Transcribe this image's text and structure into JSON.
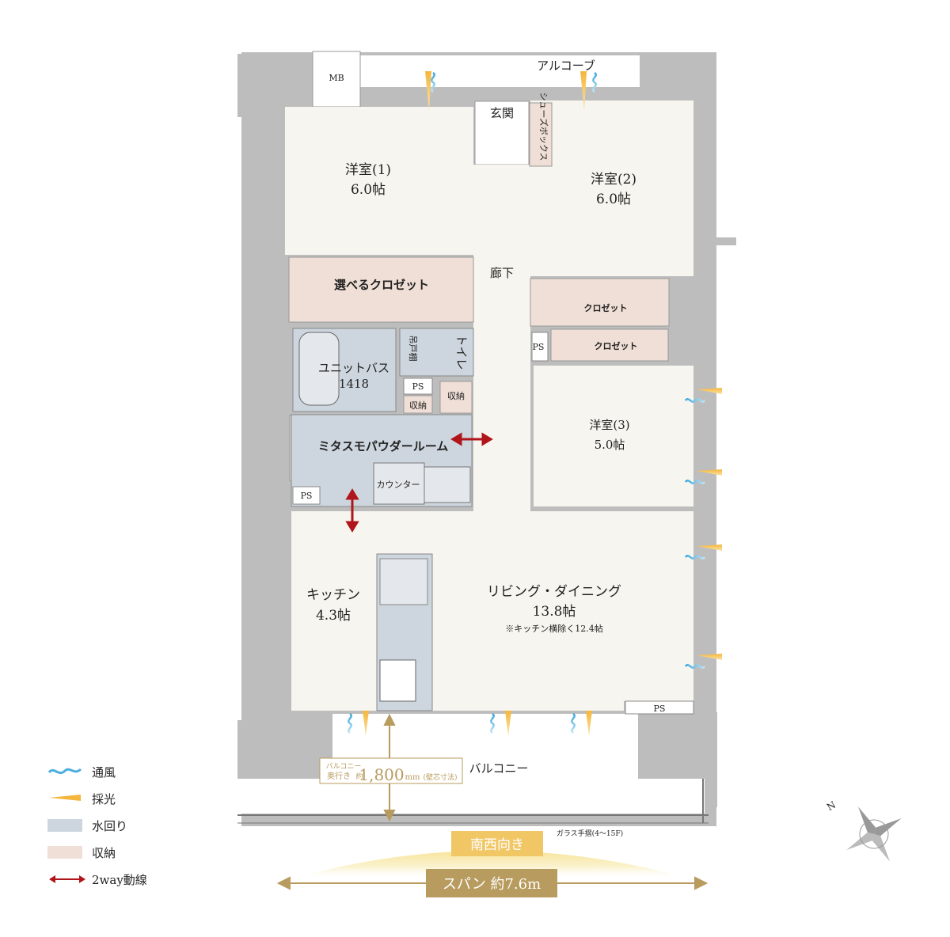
{
  "rooms": {
    "western1": {
      "name": "洋室(1)",
      "size": "6.0帖"
    },
    "western2": {
      "name": "洋室(2)",
      "size": "6.0帖"
    },
    "western3": {
      "name": "洋室(3)",
      "size": "5.0帖"
    },
    "living": {
      "name": "リビング・ダイニング",
      "size": "13.8帖",
      "note": "※キッチン横除く12.4帖"
    },
    "kitchen": {
      "name": "キッチン",
      "size": "4.3帖"
    },
    "bath": {
      "name": "ユニットバス",
      "size": "1418"
    },
    "powder": {
      "name": "ミタスモパウダールーム"
    },
    "toilet": {
      "name": "トイレ"
    },
    "hallway": {
      "name": "廊下"
    },
    "entrance": {
      "name": "玄関"
    },
    "alcove": {
      "name": "アルコーブ"
    },
    "balcony": {
      "name": "バルコニー"
    }
  },
  "storage": {
    "closet_choice": "選べるクロゼット",
    "closet1": "クロゼット",
    "closet2": "クロゼット",
    "shoebox": "シューズボックス",
    "storage1": "収納",
    "storage2": "収納",
    "storage_small": "吊戸棚",
    "counter": "カウンター"
  },
  "fixtures": {
    "mb": "MB",
    "ps": "PS"
  },
  "balcony_depth": {
    "label1": "バルコニー",
    "label2": "奥行き",
    "value": "1,800",
    "unit": "mm",
    "note": "(壁芯寸法)",
    "prefix": "約"
  },
  "railing_note": "ガラス手摺(4〜15F)",
  "orientation": "南西向き",
  "span": "スパン 約7.6m",
  "compass_letter": "N",
  "legend": [
    {
      "label": "通風",
      "icon": "wind-icon"
    },
    {
      "label": "採光",
      "icon": "light-icon"
    },
    {
      "label": "水回り",
      "color": "#cdd6de"
    },
    {
      "label": "収納",
      "color": "#f0dfd6"
    },
    {
      "label": "2way動線",
      "icon": "double-arrow-icon"
    }
  ],
  "colors": {
    "wall": "#a9a9a9",
    "floor": "#f7f5ef",
    "water": "#cdd6de",
    "storage": "#f0dfd6",
    "arrow": "#b0151b",
    "gold": "#b89b5e"
  }
}
